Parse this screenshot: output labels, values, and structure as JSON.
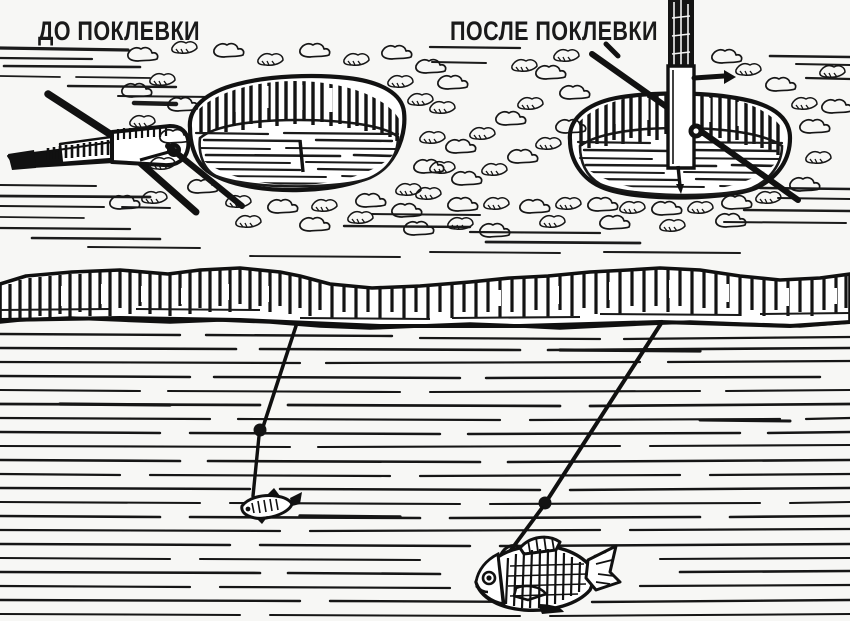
{
  "illustration": {
    "title_before": "ДО ПОКЛЕВКИ",
    "title_after": "ПОСЛЕ ПОКЛЕВКИ",
    "ink_color": "#111111",
    "paper_color": "#f7f7f5",
    "panels": [
      {
        "id": "before",
        "label": "ДО ПОКЛЕВКИ",
        "description": "Tip-up lying flat beside ice hole, flag folded down",
        "flag_state": "down"
      },
      {
        "id": "after",
        "label": "ПОСЛЕ ПОКЛЕВКИ",
        "description": "Tip-up with flag sprung upright over ice hole",
        "flag_state": "up"
      }
    ],
    "underwater": {
      "left": {
        "line_state": "slack-vertical",
        "bait": "small baitfish",
        "sinker": "bead weight"
      },
      "right": {
        "line_state": "pulled-diagonal",
        "bait": "large fish taking bait",
        "sinker": "bead weight"
      }
    },
    "ice_layer": "hatched ice shelf across middle",
    "water_texture": "horizontal broken ink lines"
  }
}
